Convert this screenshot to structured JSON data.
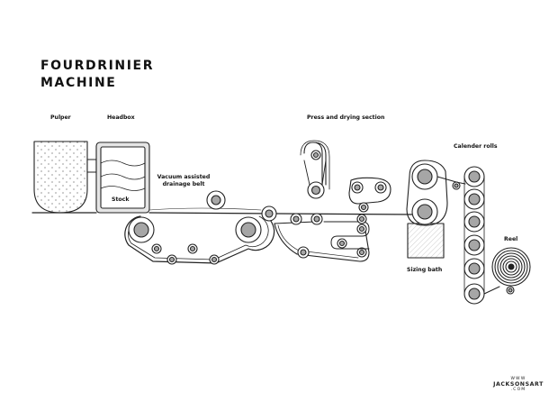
{
  "title": {
    "line1": "FOURDRINIER",
    "line2": "MACHINE"
  },
  "labels": {
    "pulper": "Pulper",
    "headbox": "Headbox",
    "stock": "Stock",
    "vacuum": "Vacuum assisted",
    "vacuum2": "drainage belt",
    "press": "Press and drying section",
    "calender": "Calender rolls",
    "reel": "Reel",
    "sizing": "Sizing bath"
  },
  "stamp": {
    "top": "WWW",
    "brand": "JACKSONSART",
    "bottom": ".COM"
  },
  "colors": {
    "line": "#222222",
    "roller_fill": "#a6a6a6",
    "fill_light": "#ececec",
    "background": "#ffffff"
  }
}
